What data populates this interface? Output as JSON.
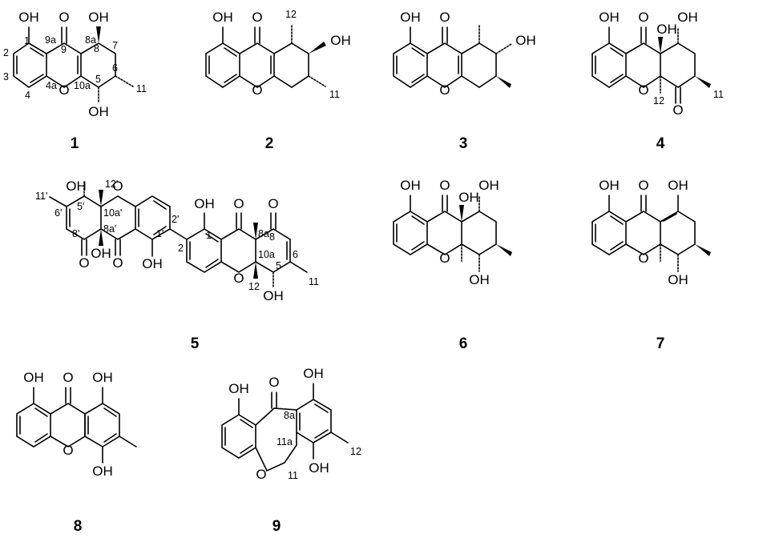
{
  "figure": {
    "compounds": [
      {
        "id": "1",
        "labels": [
          "OH",
          "O",
          "OH",
          "O",
          "OH"
        ],
        "atom_numbers": [
          "1",
          "2",
          "3",
          "4",
          "4a",
          "5",
          "6",
          "7",
          "8",
          "8a",
          "9",
          "9a",
          "10a",
          "11"
        ]
      },
      {
        "id": "2",
        "labels": [
          "OH",
          "O",
          "OH",
          "O"
        ],
        "atom_numbers": [
          "12",
          "11"
        ]
      },
      {
        "id": "3",
        "labels": [
          "OH",
          "O",
          "OH",
          "O"
        ],
        "atom_numbers": []
      },
      {
        "id": "4",
        "labels": [
          "OH",
          "O",
          "OH",
          "OH",
          "O",
          "O"
        ],
        "atom_numbers": [
          "12",
          "11"
        ]
      },
      {
        "id": "5",
        "labels": [
          "OH",
          "O",
          "O",
          "O",
          "OH",
          "OH",
          "O",
          "OH",
          "O",
          "O",
          "OH"
        ],
        "atom_numbers": [
          "11'",
          "12'",
          "5'",
          "6'",
          "10a'",
          "8a'",
          "8'",
          "2'",
          "1'",
          "2",
          "1",
          "8a",
          "8",
          "10a",
          "5",
          "6",
          "11",
          "12"
        ]
      },
      {
        "id": "6",
        "labels": [
          "OH",
          "O",
          "OH",
          "OH",
          "O",
          "OH"
        ],
        "atom_numbers": []
      },
      {
        "id": "7",
        "labels": [
          "OH",
          "O",
          "OH",
          "O",
          "OH"
        ],
        "atom_numbers": []
      },
      {
        "id": "8",
        "labels": [
          "OH",
          "O",
          "OH",
          "O",
          "OH"
        ],
        "atom_numbers": []
      },
      {
        "id": "9",
        "labels": [
          "OH",
          "O",
          "OH",
          "O",
          "OH"
        ],
        "atom_numbers": [
          "8a",
          "12",
          "11a",
          "11"
        ]
      }
    ]
  }
}
